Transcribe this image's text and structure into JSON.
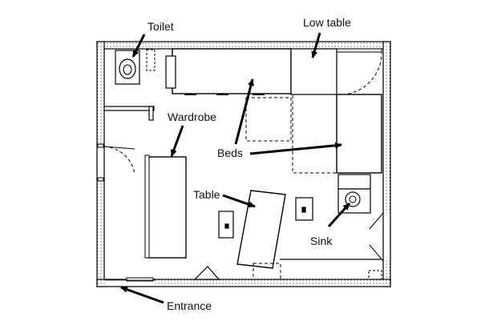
{
  "labels": {
    "toilet": "Toilet",
    "low_table": "Low table",
    "wardrobe": "Wardrobe",
    "beds": "Beds",
    "table": "Table",
    "sink": "Sink",
    "entrance": "Entrance"
  }
}
